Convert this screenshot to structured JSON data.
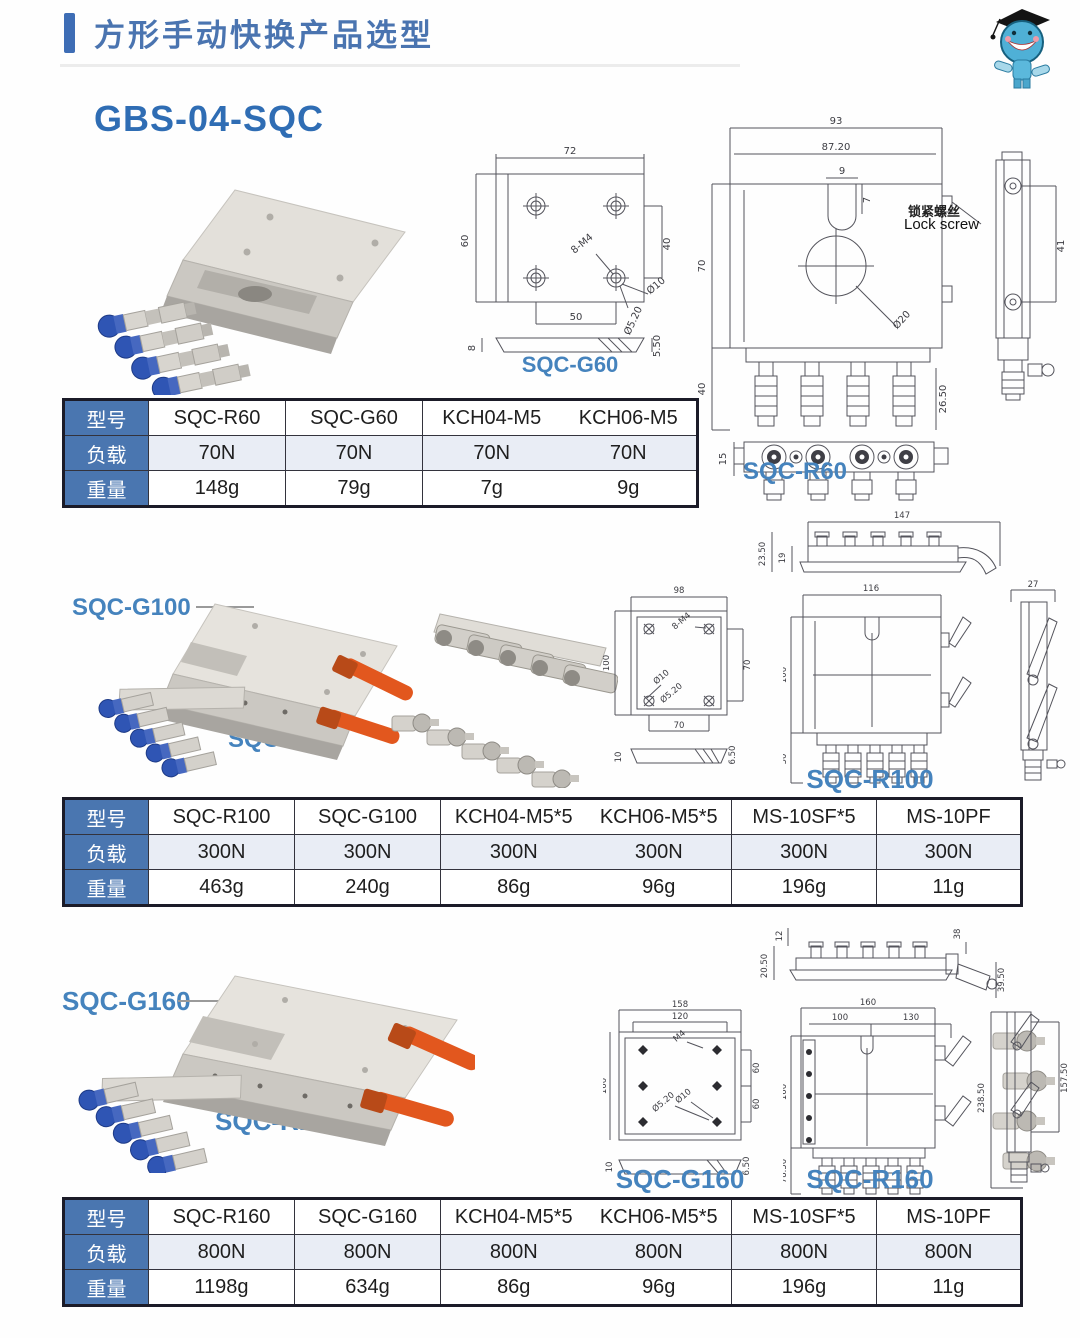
{
  "header": {
    "title": "方形手动快换产品选型"
  },
  "product": {
    "model": "GBS-04-SQC"
  },
  "labels": {
    "g60": "SQC-G60",
    "r60": "SQC-R60",
    "g100": "SQC-G100",
    "r100": "SQC-R100",
    "r100_dwg": "SQC-R100",
    "g160": "SQC-G160",
    "r160": "SQC-R160",
    "g160_dwg": "SQC-G160",
    "r160_dwg": "SQC-R160",
    "lock_screw_cn": "锁紧螺丝",
    "lock_screw_en": "Lock screw"
  },
  "dims": {
    "g60": {
      "w": "72",
      "h": "60",
      "pitch_v": "40",
      "pitch_h": "50",
      "thread": "8-M4",
      "hole": "Ø10",
      "cbore": "Ø5.20",
      "thk": "8",
      "step": "5.50"
    },
    "r60": {
      "w": "93",
      "w2": "87.20",
      "slot_w": "9",
      "slot_d": "7",
      "h": "70",
      "plug_len": "40",
      "bore": "Ø20",
      "depth": "26.50",
      "plate_thk": "15",
      "screw_pitch": "41"
    },
    "g100_top": {
      "len": "147",
      "h1": "23.50",
      "h2": "19"
    },
    "g100": {
      "w": "98",
      "h": "100",
      "pitch_v": "70",
      "pitch_h": "70",
      "thread": "8-M4",
      "hole": "Ø10",
      "cbore": "Ø5.20",
      "thk": "10",
      "step": "6.50"
    },
    "r100": {
      "w": "116",
      "h": "100",
      "plug_len": "50",
      "side_w": "27"
    },
    "r160_top": {
      "t1": "12",
      "t2": "38",
      "t3": "20.50",
      "t4": "39.50"
    },
    "g160": {
      "w": "158",
      "w2": "120",
      "h": "160",
      "p1": "60",
      "p2": "60",
      "thread": "M4",
      "cbore": "Ø5.20",
      "hole": "Ø10",
      "thk": "10",
      "step": "6.50"
    },
    "r160": {
      "w": "160",
      "w1": "100",
      "w2": "130",
      "h": "160",
      "plug_len": "78.50",
      "side_h": "238.50",
      "side_h2": "157.50"
    }
  },
  "tables": [
    {
      "row_headers": [
        "型号",
        "负载",
        "重量"
      ],
      "columns": [
        "SQC-R60",
        "SQC-G60",
        "KCH04-M5",
        "KCH06-M5"
      ],
      "load": [
        "70N",
        "70N",
        "70N",
        "70N"
      ],
      "weight": [
        "148g",
        "79g",
        "7g",
        "9g"
      ]
    },
    {
      "row_headers": [
        "型号",
        "负载",
        "重量"
      ],
      "columns": [
        "SQC-R100",
        "SQC-G100",
        "KCH04-M5*5",
        "KCH06-M5*5",
        "MS-10SF*5",
        "MS-10PF"
      ],
      "load": [
        "300N",
        "300N",
        "300N",
        "300N",
        "300N",
        "300N"
      ],
      "weight": [
        "463g",
        "240g",
        "86g",
        "96g",
        "196g",
        "11g"
      ]
    },
    {
      "row_headers": [
        "型号",
        "负载",
        "重量"
      ],
      "columns": [
        "SQC-R160",
        "SQC-G160",
        "KCH04-M5*5",
        "KCH06-M5*5",
        "MS-10SF*5",
        "MS-10PF"
      ],
      "load": [
        "800N",
        "800N",
        "800N",
        "800N",
        "800N",
        "800N"
      ],
      "weight": [
        "1198g",
        "634g",
        "86g",
        "96g",
        "196g",
        "11g"
      ]
    }
  ],
  "colors": {
    "accent_blue": "#3e6db5",
    "title_blue": "#4a74b0",
    "label_blue": "#4583bd",
    "table_header_blue": "#4a76b0",
    "row_alt": "#e9edf5",
    "handle_orange": "#e2571e",
    "connector_blue": "#2f55b4"
  }
}
